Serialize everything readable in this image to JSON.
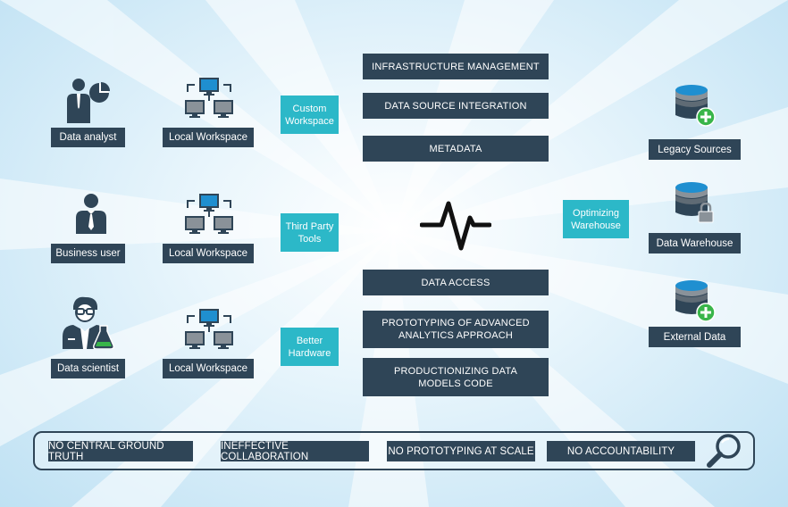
{
  "users": [
    {
      "label": "Data analyst",
      "icon": "data-analyst-icon"
    },
    {
      "label": "Business user",
      "icon": "business-user-icon"
    },
    {
      "label": "Data scientist",
      "icon": "data-scientist-icon"
    }
  ],
  "workspaces": [
    {
      "label": "Local Workspace",
      "icon": "network-computers-icon"
    },
    {
      "label": "Local Workspace",
      "icon": "network-computers-icon"
    },
    {
      "label": "Local Workspace",
      "icon": "network-computers-icon"
    }
  ],
  "solutions": [
    {
      "label": "Custom Workspace"
    },
    {
      "label": "Third Party Tools"
    },
    {
      "label": "Better Hardware"
    }
  ],
  "center_top": [
    {
      "label": "INFRASTRUCTURE MANAGEMENT"
    },
    {
      "label": "DATA SOURCE INTEGRATION"
    },
    {
      "label": "METADATA"
    }
  ],
  "center_bottom": [
    {
      "label": "DATA ACCESS"
    },
    {
      "label": "PROTOTYPING OF ADVANCED ANALYTICS APPROACH"
    },
    {
      "label": "PRODUCTIONIZING DATA MODELS CODE"
    }
  ],
  "pulse_icon": "heartbeat-icon",
  "optimizing": {
    "label": "Optimizing Warehouse"
  },
  "sources": [
    {
      "label": "Legacy Sources",
      "icon": "database-add-icon"
    },
    {
      "label": "Data Warehouse",
      "icon": "database-lock-icon"
    },
    {
      "label": "External Data",
      "icon": "database-add-icon"
    }
  ],
  "issues": [
    {
      "label": "NO CENTRAL GROUND TRUTH"
    },
    {
      "label": "INEFFECTIVE COLLABORATION"
    },
    {
      "label": "NO PROTOTYPING AT SCALE"
    },
    {
      "label": "NO ACCOUNTABILITY"
    }
  ],
  "search_icon": "magnifier-icon",
  "colors": {
    "dark": "#2f4557",
    "teal": "#2cb8c8",
    "accent_green": "#39b54a",
    "monitor_blue": "#1f8fd0"
  }
}
